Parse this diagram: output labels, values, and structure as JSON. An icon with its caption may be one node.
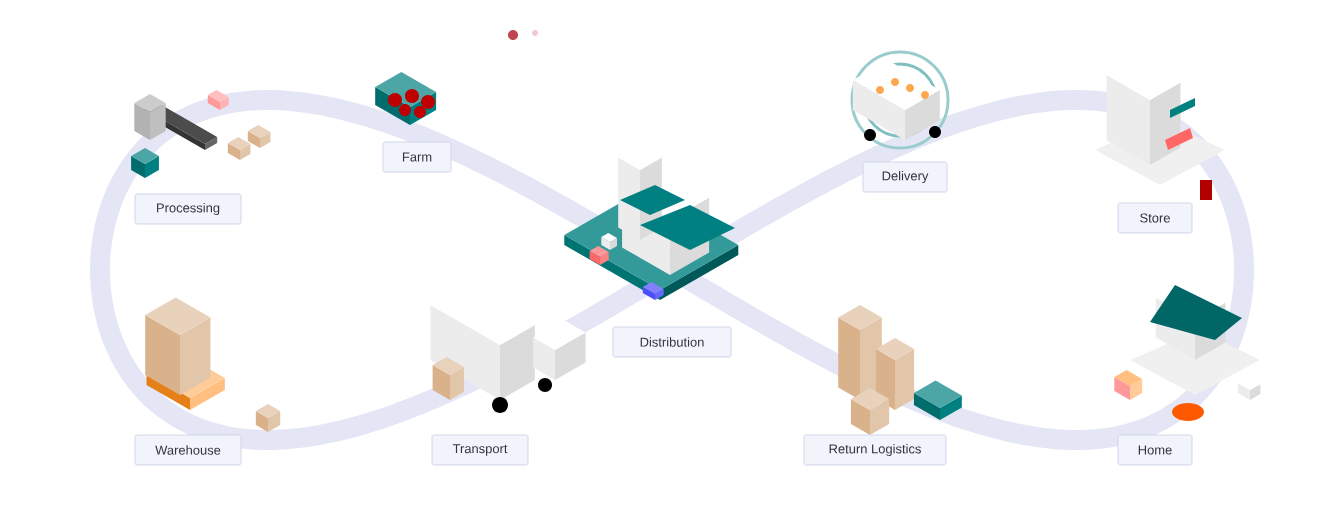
{
  "diagram": {
    "nodes": [
      {
        "text": [
          "Processing"
        ]
      },
      {
        "text": [
          "Farm"
        ]
      },
      {
        "text": [
          "Distribution"
        ]
      },
      {
        "text": [
          "Delivery"
        ]
      },
      {
        "text": [
          "Store"
        ]
      },
      {
        "text": [
          "Warehouse"
        ]
      },
      {
        "text": [
          "Transport"
        ]
      },
      {
        "text": [
          "Return Logistics"
        ]
      },
      {
        "text": [
          "Home"
        ]
      }
    ]
  }
}
